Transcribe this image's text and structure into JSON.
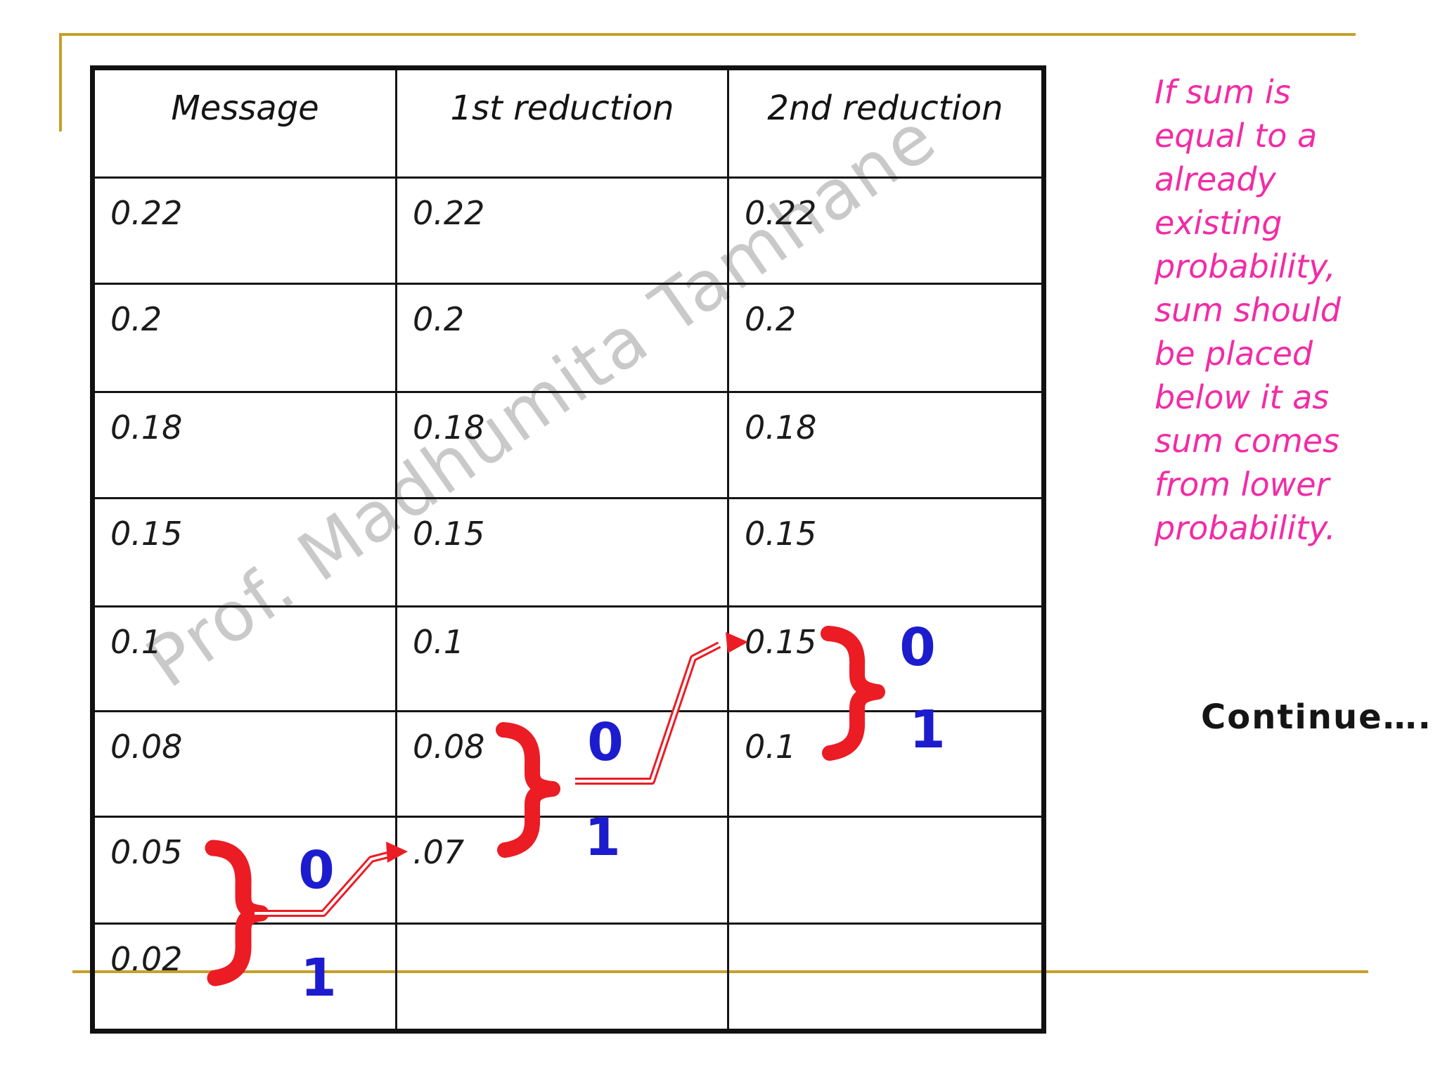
{
  "slide": {
    "watermark": "Prof.  Madhumita Tamhane",
    "continue_label": "Continue….",
    "side_note": "If sum is\nequal to a\nalready\nexisting\nprobability,\nsum should\nbe placed\nbelow it as\nsum comes\nfrom lower\nprobability.",
    "accent_colors": {
      "annotation_red": "#eb1c24",
      "bit_blue": "#1c1cce",
      "note_pink": "#f22ba6",
      "frame_gold": "#c5a02a",
      "watermark_gray": "#c9c9c9"
    }
  },
  "table": {
    "headers": [
      "Message",
      "1st reduction",
      "2nd reduction"
    ],
    "rows": [
      [
        "0.22",
        "0.22",
        "0.22"
      ],
      [
        "0.2",
        "0.2",
        "0.2"
      ],
      [
        "0.18",
        "0.18",
        "0.18"
      ],
      [
        "0.15",
        "0.15",
        "0.15"
      ],
      [
        "0.1",
        "0.1",
        "0.15"
      ],
      [
        "0.08",
        "0.08",
        "0.1"
      ],
      [
        "0.05",
        ".07",
        ""
      ],
      [
        "0.02",
        "",
        ""
      ]
    ]
  },
  "annotations": {
    "merges": [
      {
        "columns": "message",
        "merged_values": "0.05 + 0.02",
        "bit0": "0",
        "bit1": "1"
      },
      {
        "columns": "1st-reduction",
        "merged_values": "0.08 + .07",
        "bit0": "0",
        "bit1": "1"
      },
      {
        "columns": "2nd-reduction",
        "merged_values": "0.15 + 0.1",
        "bit0": "0",
        "bit1": "1"
      }
    ]
  }
}
